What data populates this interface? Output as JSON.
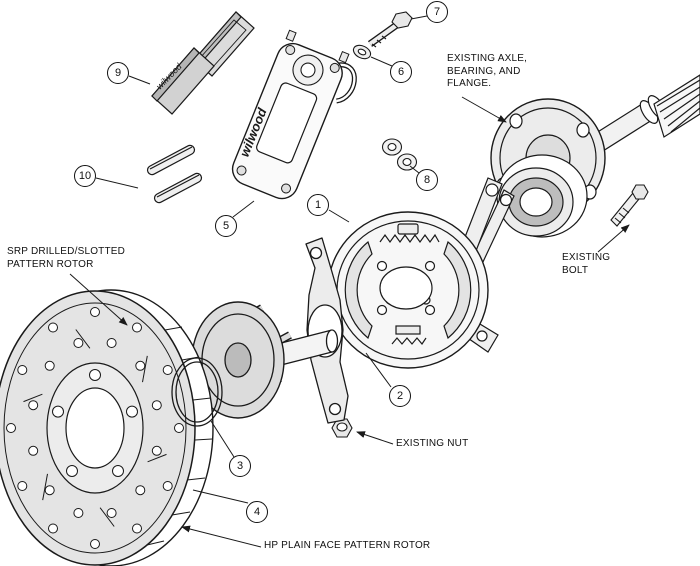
{
  "figure": {
    "labels": {
      "axle": "EXISTING AXLE,\nBEARING, AND\nFLANGE.",
      "bolt": "EXISTING\nBOLT",
      "nut": "EXISTING NUT",
      "srp_rotor": "SRP DRILLED/SLOTTED\nPATTERN ROTOR",
      "hp_rotor": "HP PLAIN FACE PATTERN ROTOR"
    },
    "callouts": {
      "c1": "1",
      "c2": "2",
      "c3": "3",
      "c4": "4",
      "c5": "5",
      "c6": "6",
      "c7": "7",
      "c8": "8",
      "c9": "9",
      "c10": "10"
    },
    "brand": {
      "caliper": "wilwood",
      "pad": "wilwood"
    },
    "colors": {
      "line": "#1a1a1a",
      "metal_light": "#e6e6e6",
      "background": "#ffffff"
    }
  }
}
